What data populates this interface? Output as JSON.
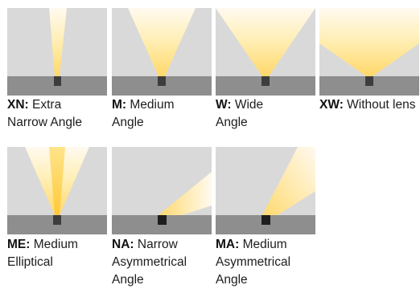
{
  "colors": {
    "background": "#d9d9d9",
    "floor": "#8e8e8e",
    "housing": "#3d3d3d",
    "light_core": "#ffe08a",
    "light_edge": "#fff6d9"
  },
  "beams": [
    {
      "id": "XN",
      "code": "XN:",
      "line1": "Extra",
      "line2": "Narrow Angle",
      "line3": ""
    },
    {
      "id": "M",
      "code": "M:",
      "line1": "Medium",
      "line2": "Angle",
      "line3": ""
    },
    {
      "id": "W",
      "code": "W:",
      "line1": "Wide",
      "line2": "Angle",
      "line3": ""
    },
    {
      "id": "XW",
      "code": "XW:",
      "line1": "Without lens",
      "line2": "",
      "line3": ""
    },
    {
      "id": "ME",
      "code": "ME:",
      "line1": "Medium",
      "line2": "Elliptical",
      "line3": ""
    },
    {
      "id": "NA",
      "code": "NA:",
      "line1": "Narrow",
      "line2": "Asymmetrical",
      "line3": "Angle"
    },
    {
      "id": "MA",
      "code": "MA:",
      "line1": "Medium",
      "line2": "Asymmetrical",
      "line3": "Angle"
    }
  ]
}
